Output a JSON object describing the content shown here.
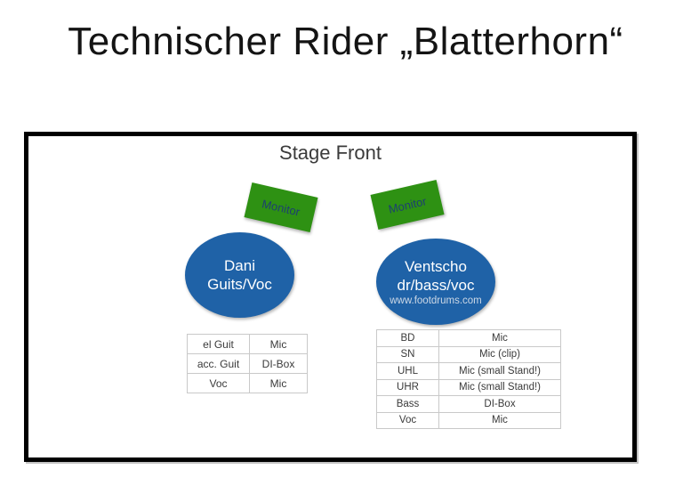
{
  "title": "Technischer Rider „Blatterhorn“",
  "stage": {
    "label": "Stage Front"
  },
  "monitors": [
    {
      "label": "Monitor"
    },
    {
      "label": "Monitor"
    }
  ],
  "performers": [
    {
      "name_line1": "Dani",
      "name_line2": "Guits/Voc"
    },
    {
      "name_line1": "Ventscho",
      "name_line2": "dr/bass/voc",
      "url": "www.footdrums.com"
    }
  ],
  "left_table": {
    "rows": [
      [
        "el Guit",
        "Mic"
      ],
      [
        "acc. Guit",
        "DI-Box"
      ],
      [
        "Voc",
        "Mic"
      ]
    ]
  },
  "right_table": {
    "rows": [
      [
        "BD",
        "Mic"
      ],
      [
        "SN",
        "Mic (clip)"
      ],
      [
        "UHL",
        "Mic (small Stand!)"
      ],
      [
        "UHR",
        "Mic (small Stand!)"
      ],
      [
        "Bass",
        "DI-Box"
      ],
      [
        "Voc",
        "Mic"
      ]
    ]
  },
  "colors": {
    "circle_blue": "#1f62a7",
    "monitor_green": "#2e9113",
    "monitor_text": "#1d4070",
    "url_text": "#ccd8e6"
  }
}
